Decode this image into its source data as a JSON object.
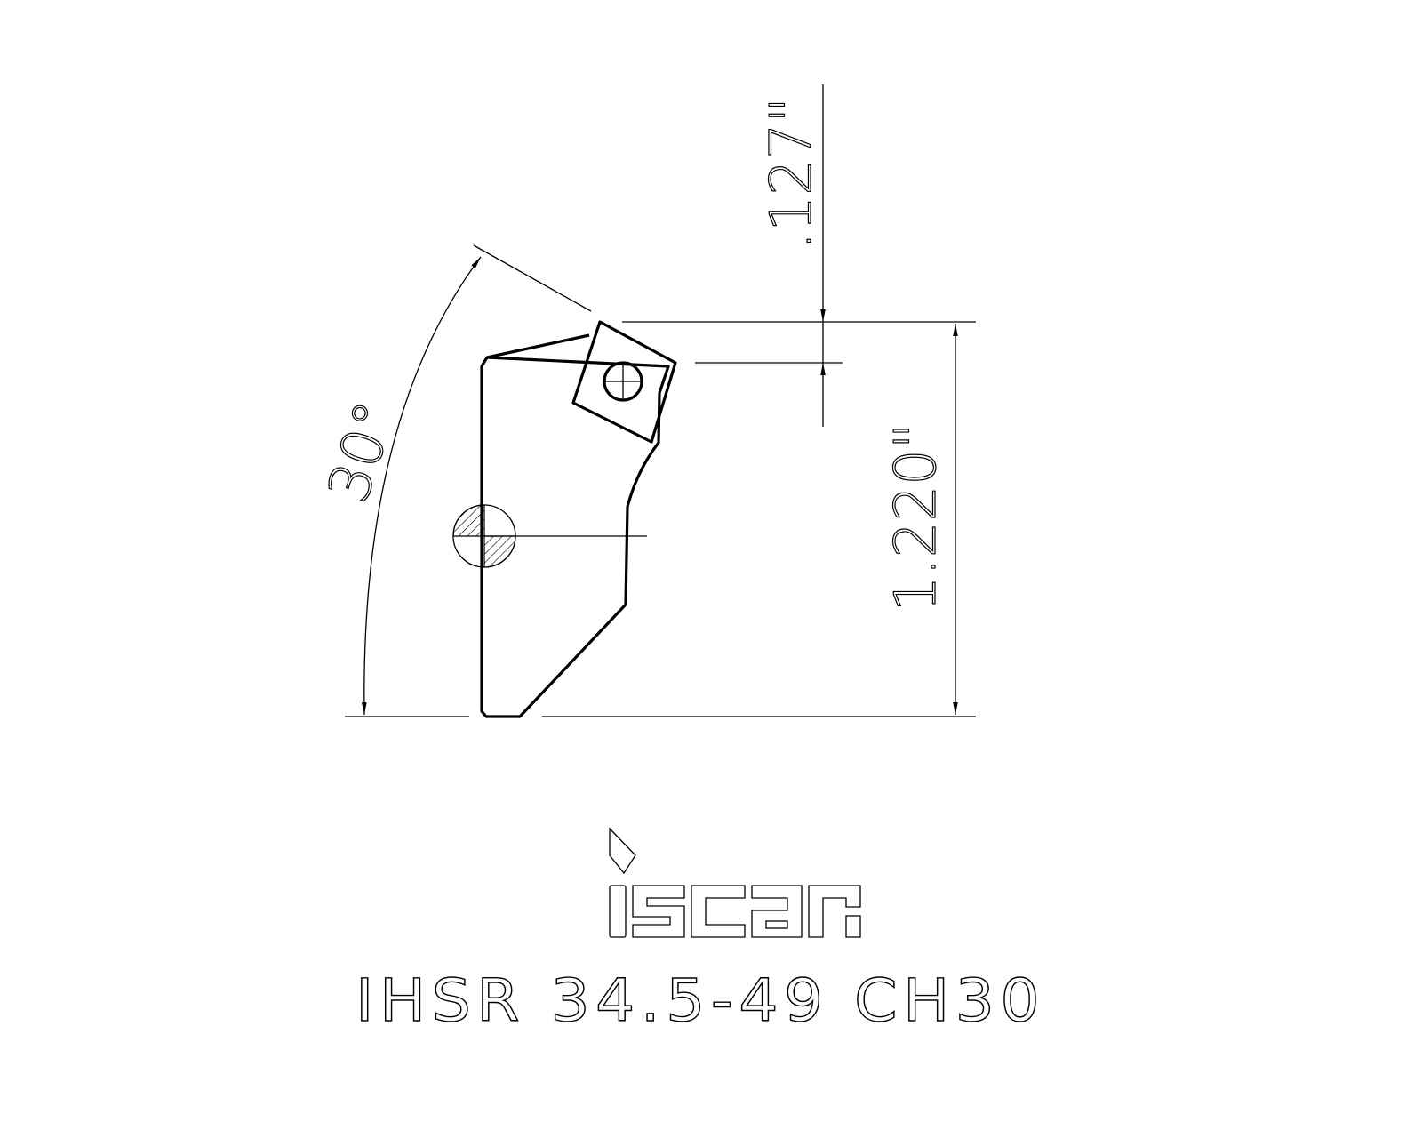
{
  "dimensions": {
    "offset_value": ".127\"",
    "height_value": "1.220\"",
    "angle_value": "30°"
  },
  "brand": {
    "logo_text": "iscar"
  },
  "product": {
    "code": "IHSR 34.5-49 CH30"
  },
  "colors": {
    "line": "#000000",
    "background": "#ffffff"
  }
}
